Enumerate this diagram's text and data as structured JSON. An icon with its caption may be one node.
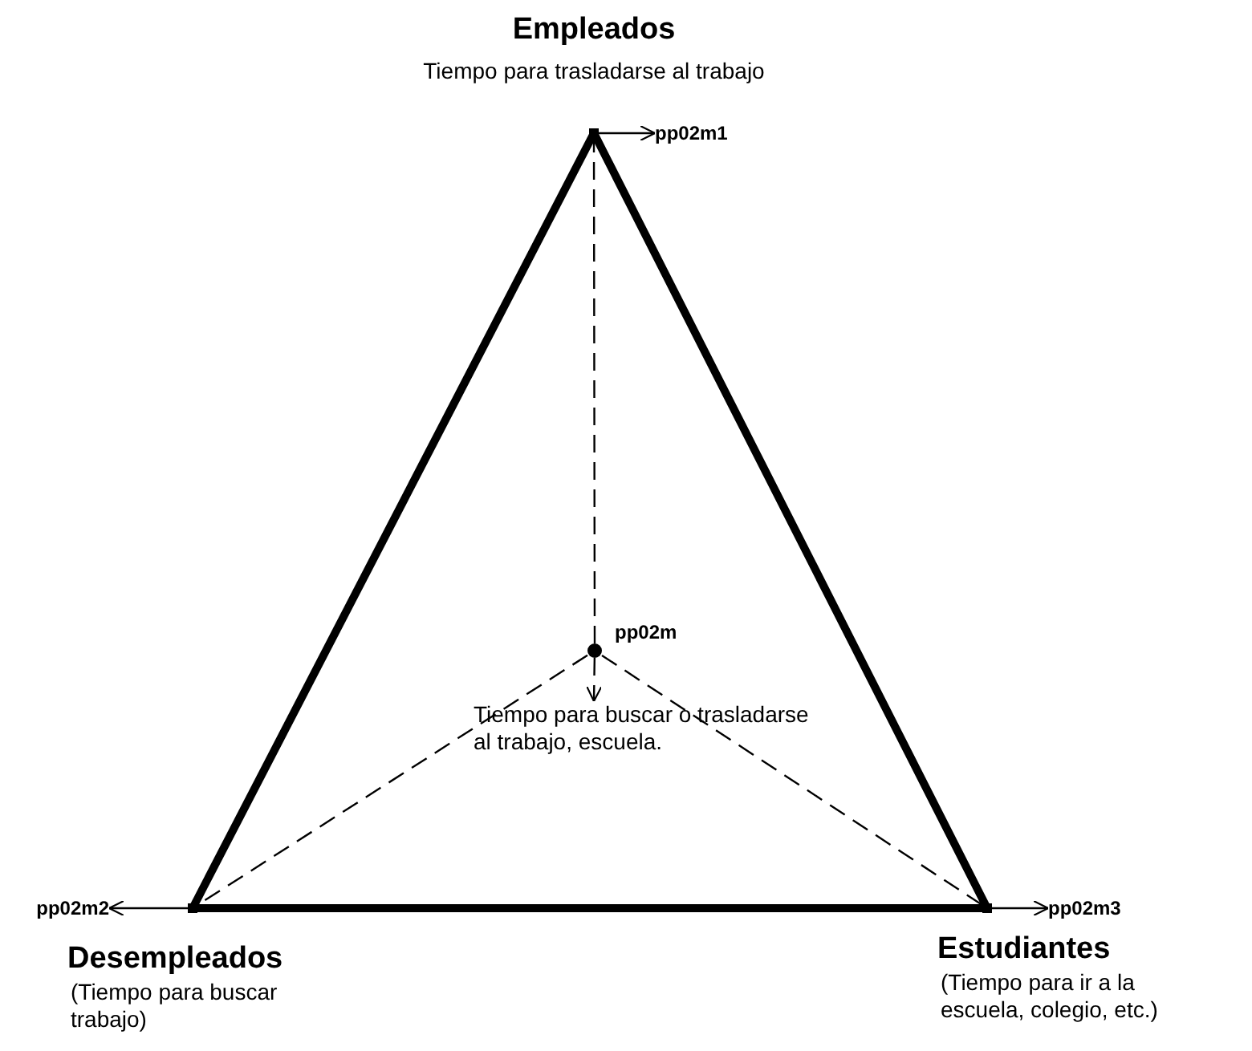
{
  "diagram": {
    "nodes": [
      {
        "text": [
          "Empleados",
          "Tiempo para trasladarse al trabajo"
        ]
      },
      {
        "text": [
          "pp02m1"
        ]
      },
      {
        "text": [
          "Desempleados",
          "(Tiempo para buscar trabajo)"
        ]
      },
      {
        "text": [
          "pp02m2"
        ]
      },
      {
        "text": [
          "Estudiantes",
          "(Tiempo para ir a la escuela, colegio, etc.)"
        ]
      },
      {
        "text": [
          "pp02m3"
        ]
      },
      {
        "text": [
          "pp02m"
        ]
      },
      {
        "text": [
          "Tiempo para buscar o trasladarse al trabajo, escuela."
        ]
      }
    ],
    "edges": [
      {
        "from": 0,
        "to": 2,
        "arrow": "none",
        "style": "thick"
      },
      {
        "from": 2,
        "to": 4,
        "arrow": "none",
        "style": "thick"
      },
      {
        "from": 4,
        "to": 0,
        "arrow": "none",
        "style": "thick"
      },
      {
        "from": 6,
        "to": 0,
        "arrow": "none",
        "style": "dashed"
      },
      {
        "from": 6,
        "to": 2,
        "arrow": "none",
        "style": "dashed"
      },
      {
        "from": 6,
        "to": 4,
        "arrow": "none",
        "style": "dashed"
      },
      {
        "from": 6,
        "to": 7,
        "arrow": "to",
        "style": "dashed"
      },
      {
        "from": 0,
        "to": 1,
        "arrow": "to"
      },
      {
        "from": 2,
        "to": 3,
        "arrow": "to"
      },
      {
        "from": 4,
        "to": 5,
        "arrow": "to"
      }
    ]
  }
}
